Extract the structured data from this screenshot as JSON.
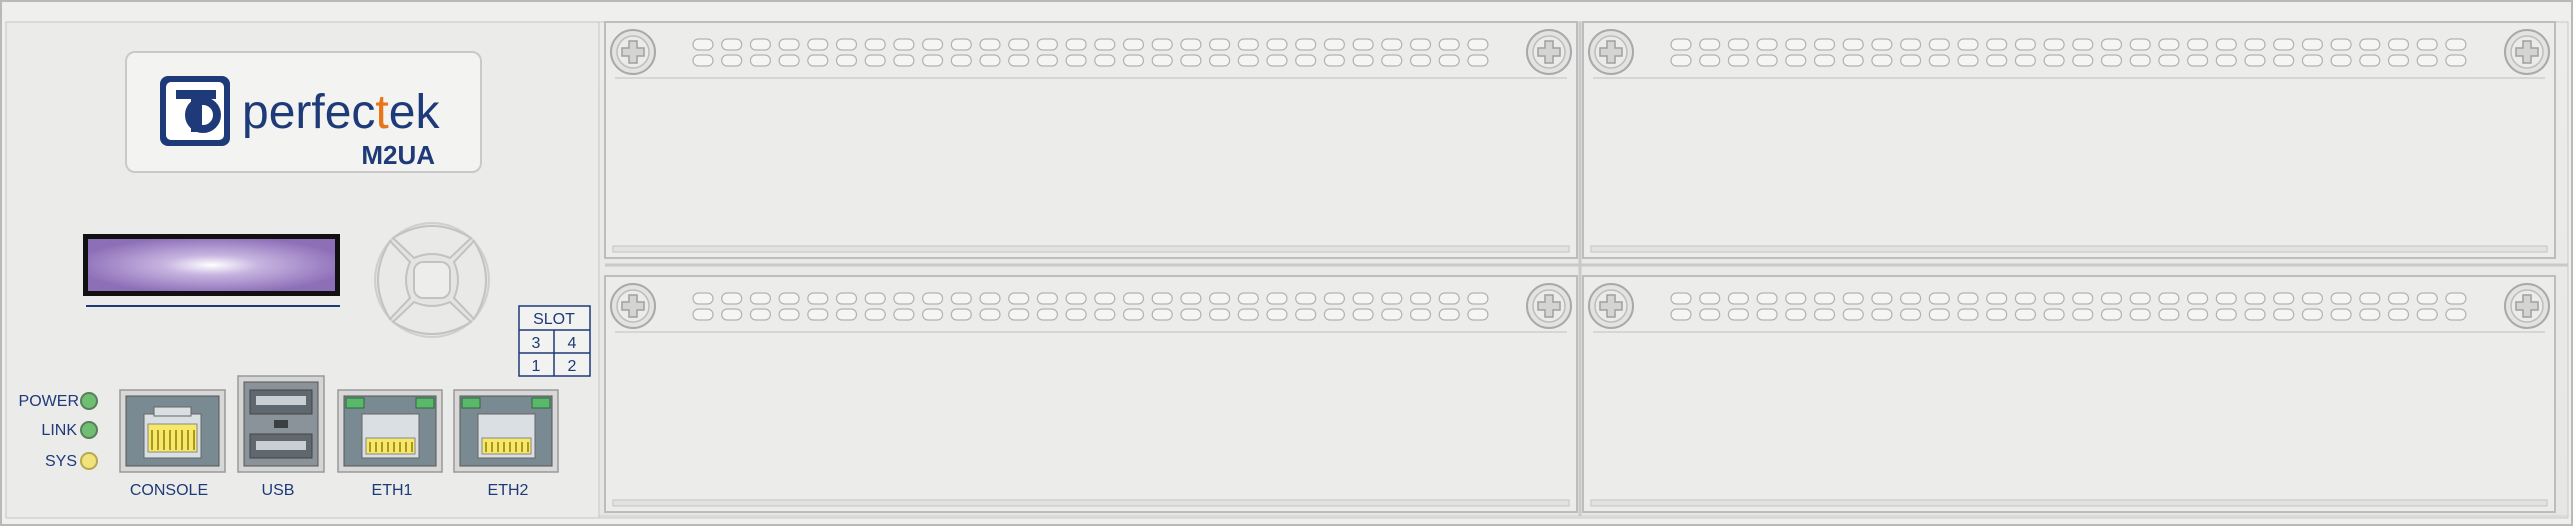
{
  "brand": {
    "name_prefix": "perfec",
    "name_accent": "t",
    "name_suffix": "ek",
    "model": "M2UA"
  },
  "slot_map": {
    "title": "SLOT",
    "rows": [
      [
        "3",
        "4"
      ],
      [
        "1",
        "2"
      ]
    ]
  },
  "leds": [
    {
      "label": "POWER",
      "color": "#6fbf73"
    },
    {
      "label": "LINK",
      "color": "#6fbf73"
    },
    {
      "label": "SYS",
      "color": "#f2e27a"
    }
  ],
  "ports": [
    {
      "label": "CONSOLE"
    },
    {
      "label": "USB"
    },
    {
      "label": "ETH1"
    },
    {
      "label": "ETH2"
    }
  ],
  "slots": [
    {
      "id": "3"
    },
    {
      "id": "4"
    },
    {
      "id": "1"
    },
    {
      "id": "2"
    }
  ],
  "colors": {
    "brand_blue": "#1e3a78",
    "accent_orange": "#e8751a",
    "led_green": "#6fbf73",
    "led_yellow": "#f2e27a"
  }
}
